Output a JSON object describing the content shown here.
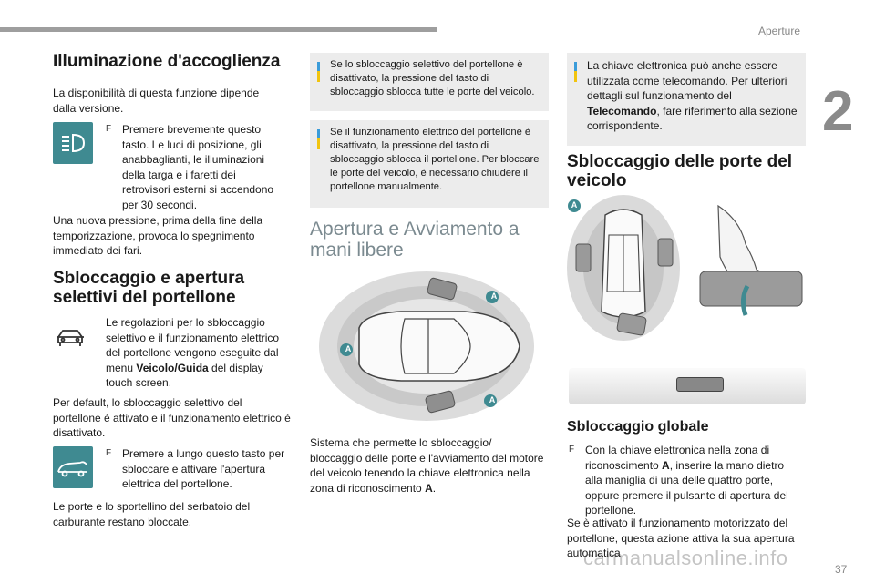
{
  "header": {
    "section_label": "Aperture",
    "chapter_number": "2"
  },
  "footer": {
    "page_number": "37",
    "watermark": "carmanualsonline.info"
  },
  "col1": {
    "title1": "Illuminazione d'accoglienza",
    "intro": "La disponibilità di questa funzione dipende dalla versione.",
    "step1": "Premere brevemente questo tasto. Le luci di posizione, gli anabbaglianti, le illuminazioni della targa e i faretti dei retrovisori esterni si accendono per 30 secondi.",
    "after1": "Una nuova pressione, prima della fine della temporizzazione, provoca lo spegnimento immediato dei fari.",
    "title2": "Sbloccaggio e apertura selettivi del portellone",
    "settings_a": "Le regolazioni per lo sbloccaggio selettivo e il funzionamento elettrico del portellone vengono eseguite dal menu ",
    "settings_bold": "Veicolo/Guida",
    "settings_b": " del display touch screen.",
    "default_text": "Per default, lo sbloccaggio selettivo del portellone è attivato e il funzionamento elettrico è disattivato.",
    "step2": "Premere a lungo questo tasto per sbloccare e attivare l'apertura elettrica del portellone.",
    "final": "Le porte e lo sportellino del serbatoio del carburante restano bloccate."
  },
  "col2": {
    "note1": "Se lo sbloccaggio selettivo del portellone è disattivato, la pressione del tasto di sbloccaggio sblocca tutte le porte del veicolo.",
    "note2": "Se il funzionamento elettrico del portellone è disattivato, la pressione del tasto di sbloccaggio sblocca il portellone. Per bloccare le porte del veicolo, è necessario chiudere il portellone manualmente.",
    "title": "Apertura e Avviamento a mani libere",
    "desc_a": "Sistema che permette lo sbloccaggio/ bloccaggio delle porte e l'avviamento del motore del veicolo tenendo la chiave elettronica nella zona di riconoscimento ",
    "desc_bold": "A",
    "desc_b": ".",
    "zone_label": "A"
  },
  "col3": {
    "note_a": "La chiave elettronica può anche essere utilizzata come telecomando. Per ulteriori dettagli sul funzionamento del ",
    "note_bold": "Telecomando",
    "note_b": ", fare riferimento alla sezione corrispondente.",
    "title": "Sbloccaggio delle porte del veicolo",
    "subtitle": "Sbloccaggio globale",
    "step_a": "Con la chiave elettronica nella zona di riconoscimento ",
    "step_bold": "A",
    "step_b": ", inserire la mano dietro alla maniglia di una delle quattro porte, oppure premere il pulsante di apertura del portellone.",
    "final": "Se è attivato il funzionamento motorizzato del portellone, questa azione attiva la sua apertura automatica",
    "zone_label": "A"
  },
  "colors": {
    "teal": "#3f8a91",
    "note_bg": "#ececec",
    "accent_blue": "#3b9cd9",
    "gray_text": "#7b8a90"
  }
}
